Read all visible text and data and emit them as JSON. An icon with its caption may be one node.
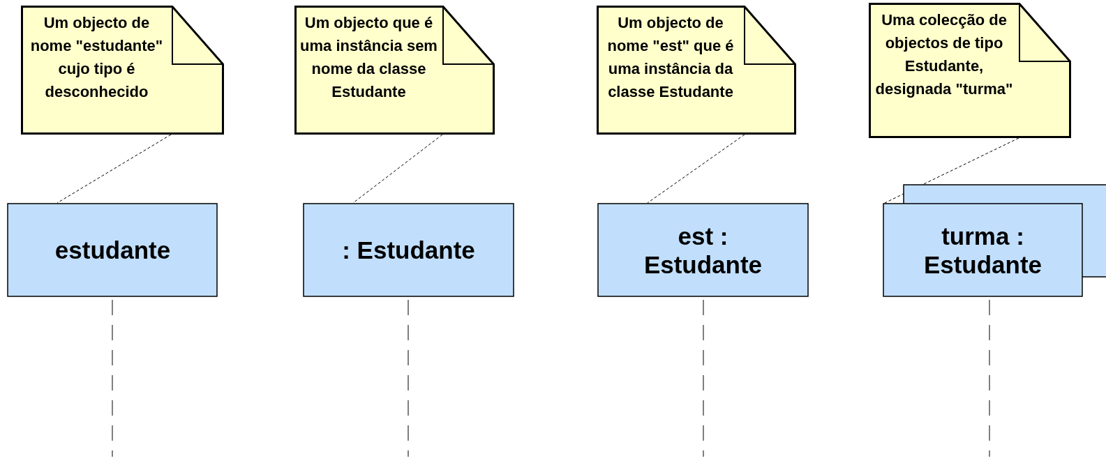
{
  "diagram": {
    "nodes": [
      {
        "text": [
          "Um objecto de nome \"estudante\" cujo tipo é desconhecido"
        ]
      },
      {
        "text": [
          "Um objecto que é uma instância sem nome da classe Estudante"
        ]
      },
      {
        "text": [
          "Um objecto de nome \"est\" que é uma instância da classe Estudante"
        ]
      },
      {
        "text": [
          "Uma colecção de objectos de tipo Estudante, designada \"turma\""
        ]
      },
      {
        "text": [
          "estudante"
        ]
      },
      {
        "text": [
          ": Estudante"
        ]
      },
      {
        "text": [
          "est : Estudante"
        ]
      },
      {
        "text": [
          "turma : Estudante"
        ]
      }
    ],
    "edges": [
      {
        "from": 0,
        "to": 4,
        "arrow": "none",
        "style": "dashed"
      },
      {
        "from": 1,
        "to": 5,
        "arrow": "none",
        "style": "dashed"
      },
      {
        "from": 2,
        "to": 6,
        "arrow": "none",
        "style": "dashed"
      },
      {
        "from": 3,
        "to": 7,
        "arrow": "none",
        "style": "dashed"
      }
    ]
  }
}
